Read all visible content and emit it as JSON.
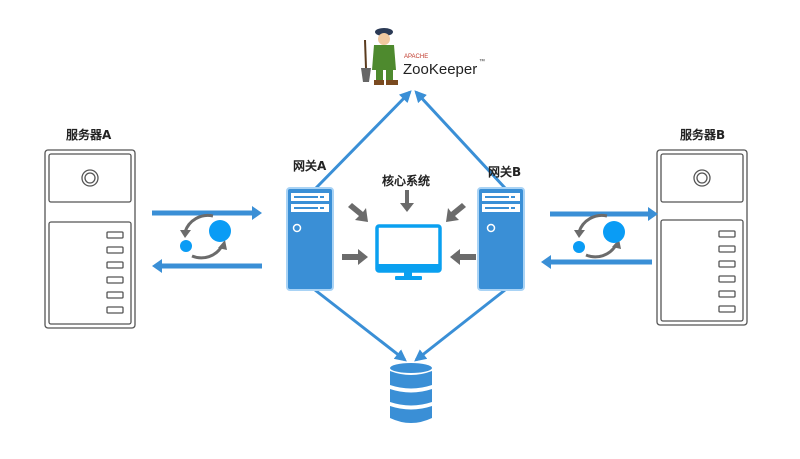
{
  "labels": {
    "server_a": "服务器A",
    "server_b": "服务器B",
    "gateway_a": "网关A",
    "gateway_b": "网关B",
    "core_system": "核心系统"
  },
  "zookeeper": {
    "apache": "APACHE",
    "name": "ZooKeeper",
    "tm": "™"
  },
  "colors": {
    "line_blue": "#3a8fd6",
    "gateway_blue": "#3a8fd6",
    "monitor_blue": "#0aa0f0",
    "dot_blue": "#0a9cf5",
    "arrow_gray": "#6b6b6b",
    "outline_gray": "#555555"
  }
}
